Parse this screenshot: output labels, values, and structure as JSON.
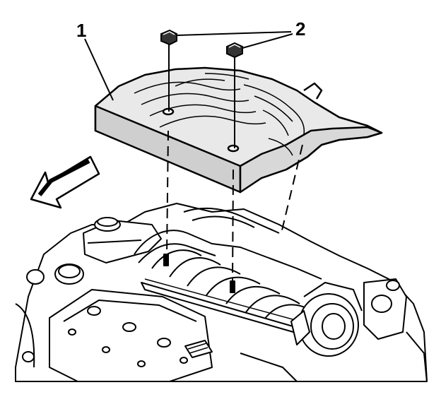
{
  "diagram": {
    "callouts": [
      {
        "id": "1",
        "label": "1",
        "part": "engine-cover"
      },
      {
        "id": "2",
        "label": "2",
        "part": "cover-nuts"
      }
    ],
    "direction_arrow": {
      "icon": "front-direction-arrow-icon",
      "points": "lower-left"
    }
  }
}
